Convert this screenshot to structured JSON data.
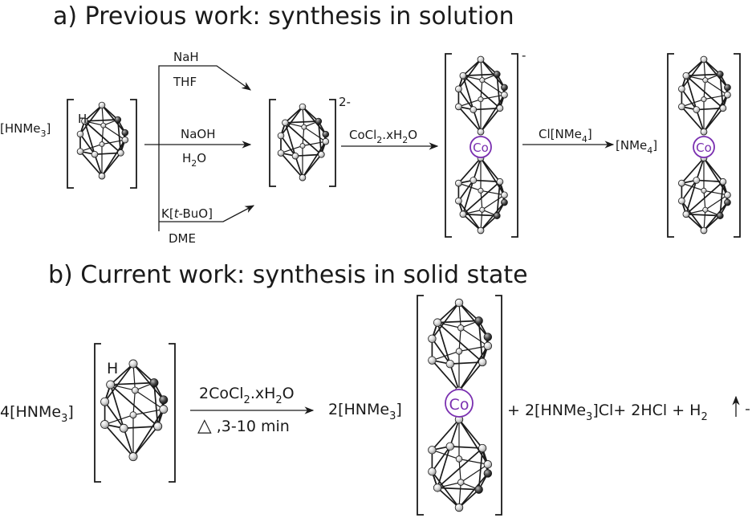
{
  "part_a": {
    "heading": "a)     Previous work: synthesis in solution",
    "start_cation": {
      "prefix": "[HNMe",
      "sub": "3",
      "suffix": "]"
    },
    "h_label": "H",
    "route_top": {
      "line1": "NaH",
      "line2": "THF"
    },
    "route_mid": {
      "line1": "NaOH",
      "line2_main": "H",
      "line2_sub": "2",
      "line2_end": "O"
    },
    "route_bottom": {
      "line1_pre": "K[",
      "line1_it": "t",
      "line1_post": "-BuO]",
      "line2": "DME"
    },
    "dianion_charge": "2-",
    "reagent1": {
      "pre": "CoCl",
      "sub": "2",
      "post": ".xH",
      "sub2": "2",
      "end": "O"
    },
    "complex_charge": "-",
    "reagent2": {
      "pre": "Cl[NMe",
      "sub": "4",
      "post": "]"
    },
    "product_cation": {
      "pre": "[NMe",
      "sub": "4",
      "post": "]"
    },
    "metal": "Co"
  },
  "part_b": {
    "heading": "b)  Current work: synthesis in solid state",
    "start": {
      "pre": "4[HNMe",
      "sub": "3",
      "post": "]"
    },
    "h_label": "H",
    "reagent": {
      "pre": "2CoCl",
      "sub": "2",
      "post": ".xH",
      "sub2": "2",
      "end": "O"
    },
    "conditions": {
      "symbol": "△",
      "text": " ,3-10 min"
    },
    "product_cation": {
      "pre": "2[HNMe",
      "sub": "3",
      "post": "]"
    },
    "metal": "Co",
    "byproducts": {
      "pre": "+ 2[HNMe",
      "sub": "3",
      "mid": "]Cl+ 2HCl + H",
      "sub2": "2",
      "end": ""
    }
  },
  "colors": {
    "metal_ring": "#7a2fb0",
    "ink": "#1a1a1a",
    "atom_b": "#d9d9d9",
    "atom_c": "#3a3a3a"
  }
}
